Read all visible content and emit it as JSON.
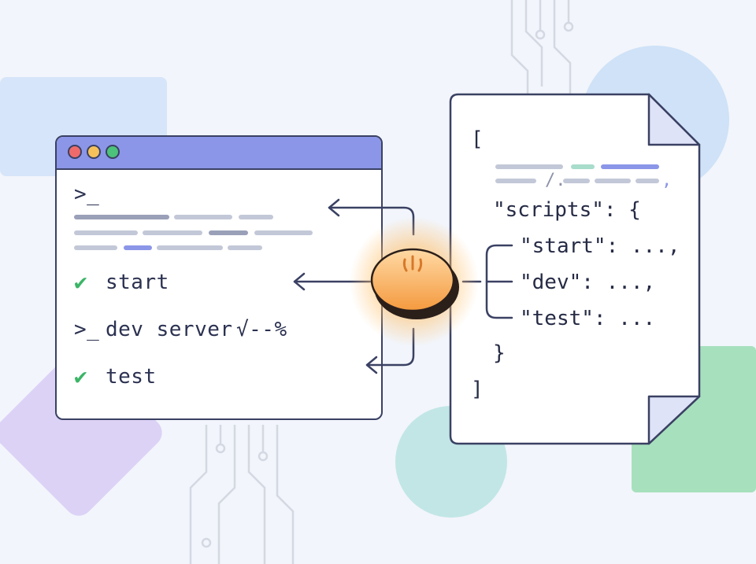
{
  "terminal": {
    "prompt": ">_",
    "lines": [
      {
        "icon": "check",
        "label": "start"
      },
      {
        "icon": ">_",
        "label": "dev server",
        "suffix": "√--%"
      },
      {
        "icon": "check",
        "label": "test"
      }
    ]
  },
  "document": {
    "open_bracket": "[",
    "scripts_key": "\"scripts\": {",
    "entries": [
      "\"start\": ...,",
      "\"dev\": ...,",
      "\"test\": ..."
    ],
    "close_brace": "}",
    "close_bracket": "]"
  },
  "colors": {
    "accent_purple": "#8b96e8",
    "check_green": "#3cb567",
    "bun_orange": "#f6a34a"
  }
}
